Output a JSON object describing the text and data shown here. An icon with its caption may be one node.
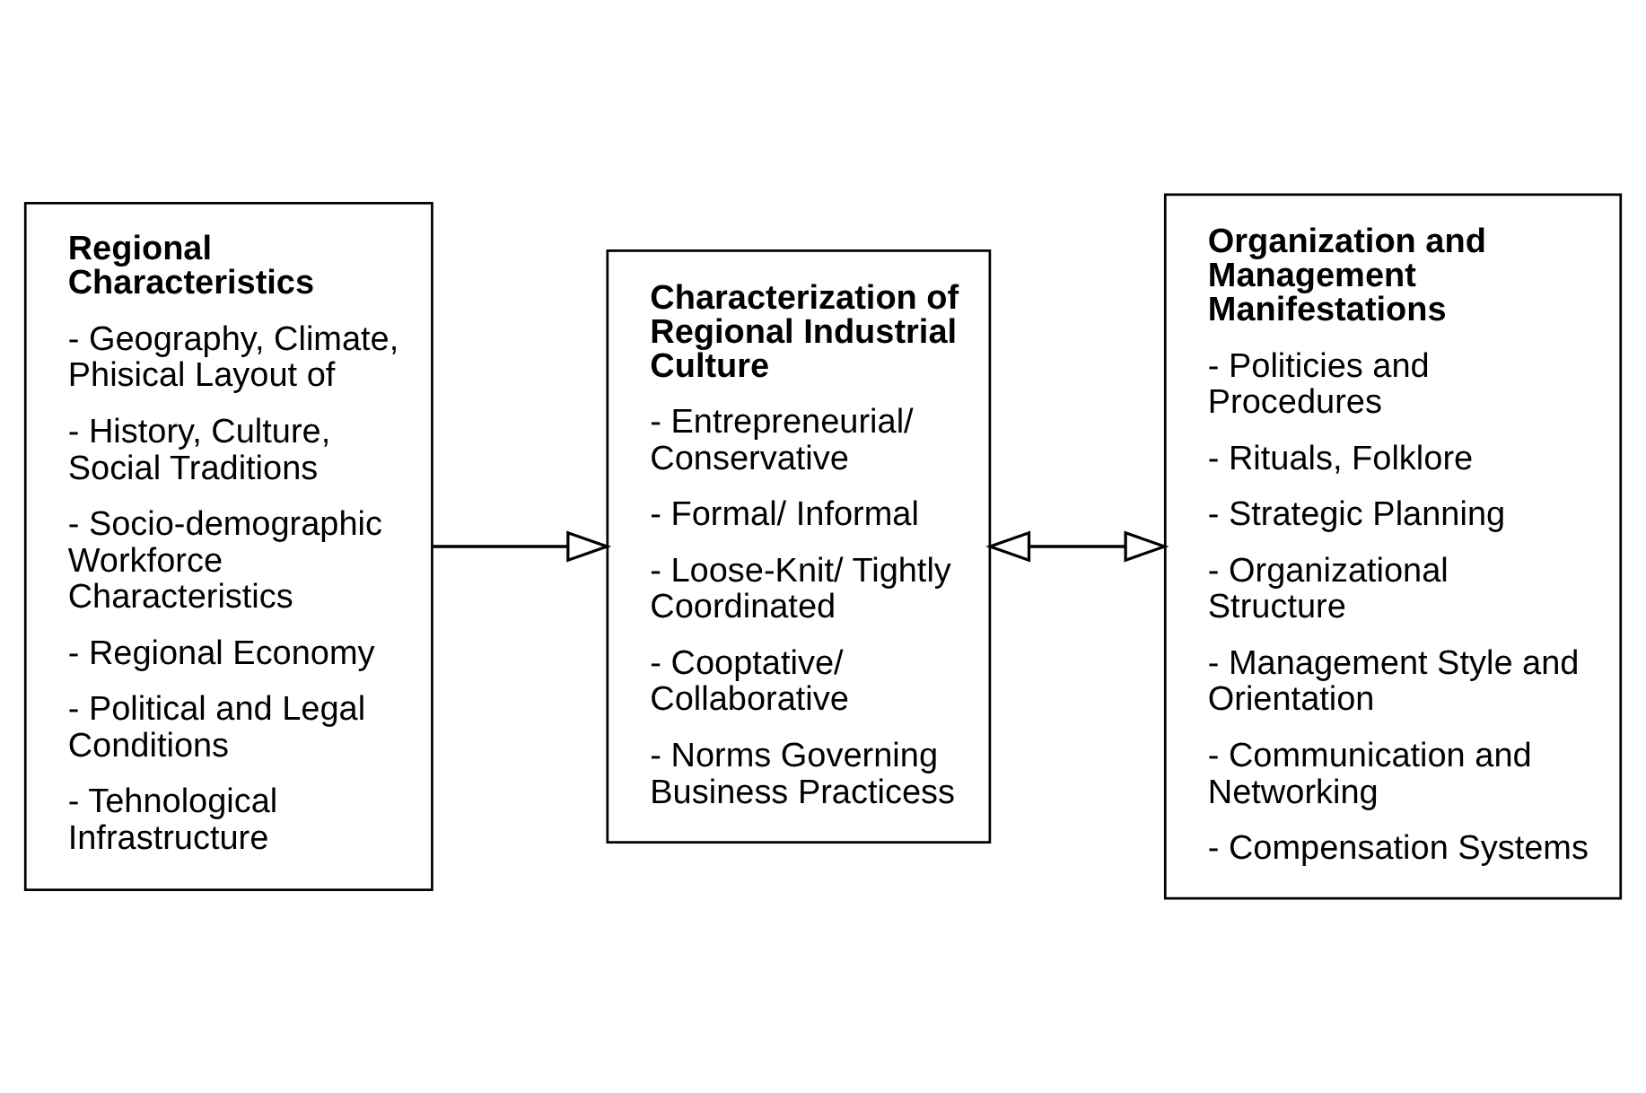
{
  "diagram": {
    "nodes": [
      {
        "text": [
          "Regional Characteristics",
          "- Geography, Climate, Phisical Layout of",
          "- History, Culture, Social Traditions",
          "- Socio-demographic Workforce Characteristics",
          "- Regional Economy",
          "- Political and Legal Conditions",
          "- Tehnological Infrastructure"
        ]
      },
      {
        "text": [
          "Characterization of Regional Industrial Culture",
          "- Entrepreneurial/ Conservative",
          "- Formal/ Informal",
          "- Loose-Knit/ Tightly Coordinated",
          "- Cooptative/ Collaborative",
          "- Norms Governing Business Practicess"
        ]
      },
      {
        "text": [
          "Organization and Management Manifestations",
          "- Politicies and Procedures",
          "- Rituals, Folklore",
          "- Strategic Planning",
          "- Organizational Structure",
          "- Management Style and Orientation",
          "- Communication and Networking",
          "- Compensation Systems"
        ]
      }
    ],
    "edges": [
      {
        "from": 0,
        "to": 1,
        "arrow": "to"
      },
      {
        "from": 1,
        "to": 2,
        "arrow": "both"
      }
    ]
  }
}
